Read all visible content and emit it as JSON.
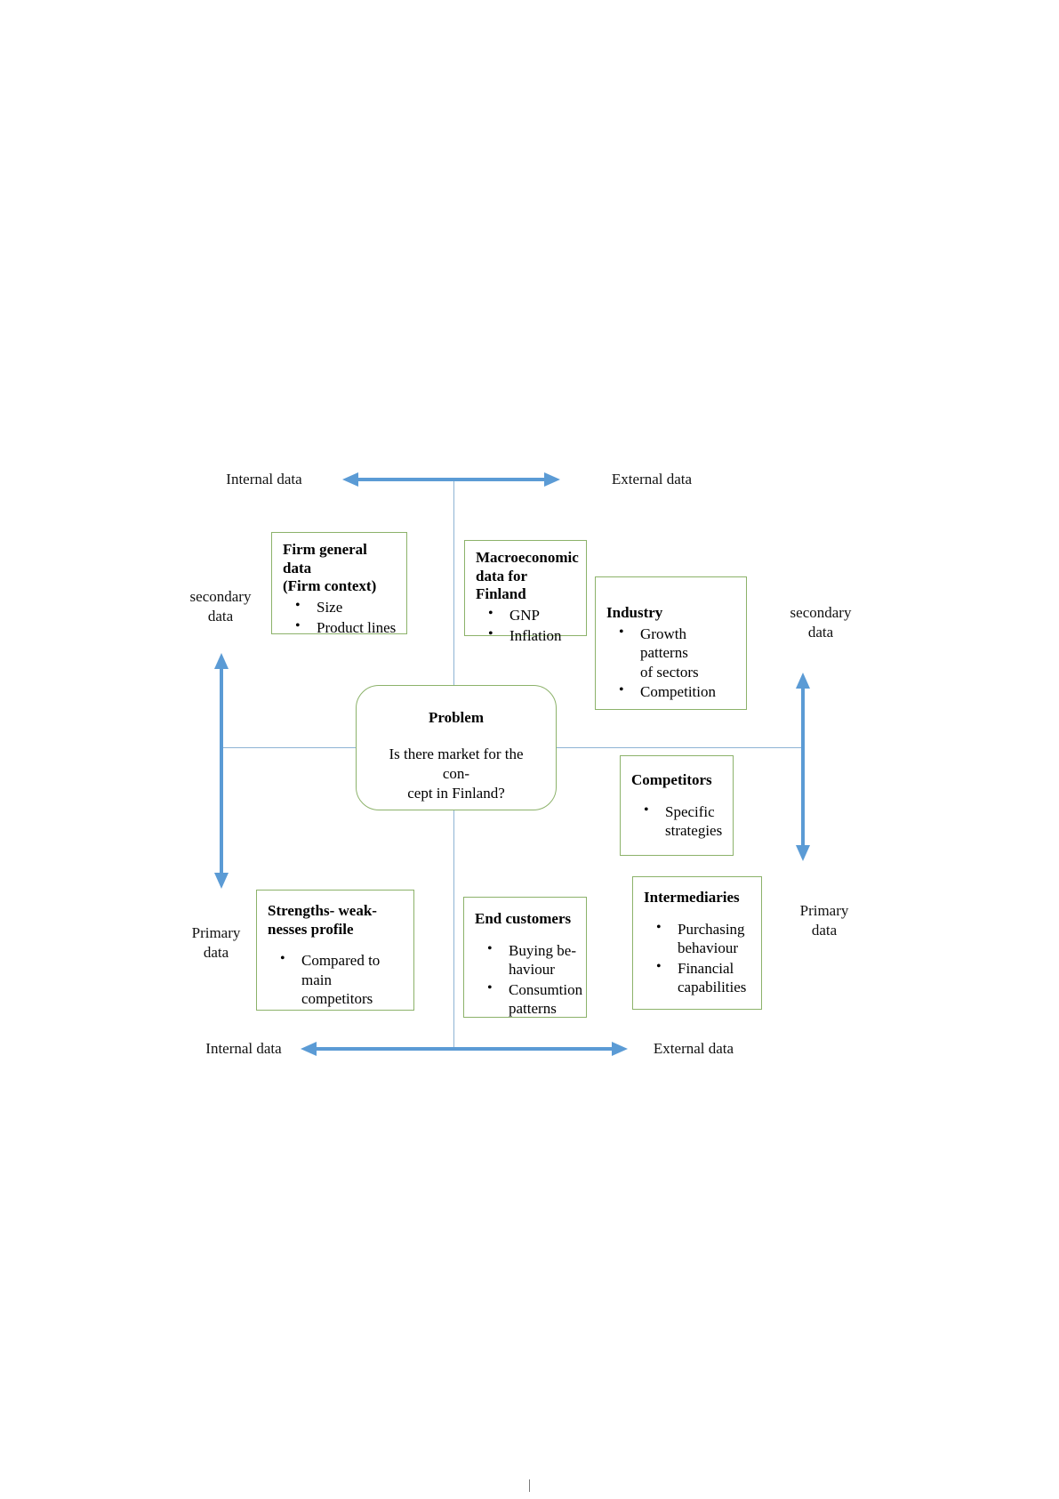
{
  "diagram": {
    "title": "Data sources quadrant framework",
    "colors": {
      "box_border": "#8cb26a",
      "axis": "#8eb4d4",
      "arrow": "#5b9bd5",
      "text": "#000000"
    },
    "axis_labels": {
      "top_left": "Internal data",
      "top_right": "External data",
      "bottom_left": "Internal data",
      "bottom_right": "External data",
      "left_upper": "secondary\ndata",
      "left_lower": "Primary\ndata",
      "right_upper": "secondary\ndata",
      "right_lower": "Primary\ndata"
    },
    "center": {
      "title": "Problem",
      "text": "Is there market for the con-\ncept in Finland?"
    },
    "boxes": [
      {
        "id": "firm-general-data",
        "heading": "Firm general data\n(Firm context)",
        "items": [
          "Size",
          "Product lines"
        ]
      },
      {
        "id": "macroeconomic-data",
        "heading": "Macroeconomic\ndata for Finland",
        "items": [
          "GNP",
          "Inflation"
        ]
      },
      {
        "id": "industry",
        "heading": "Industry",
        "items": [
          "Growth patterns\nof sectors",
          "Competition"
        ]
      },
      {
        "id": "competitors",
        "heading": "Competitors",
        "items": [
          "Specific\nstrategies"
        ]
      },
      {
        "id": "strengths-weaknesses",
        "heading": "Strengths- weak-\nnesses profile",
        "items": [
          "Compared to\nmain competitors"
        ]
      },
      {
        "id": "end-customers",
        "heading": "End customers",
        "items": [
          "Buying be-\nhaviour",
          "Consumtion\npatterns"
        ]
      },
      {
        "id": "intermediaries",
        "heading": "Intermediaries",
        "items": [
          "Purchasing\nbehaviour",
          "Financial\ncapabilities"
        ]
      }
    ]
  }
}
